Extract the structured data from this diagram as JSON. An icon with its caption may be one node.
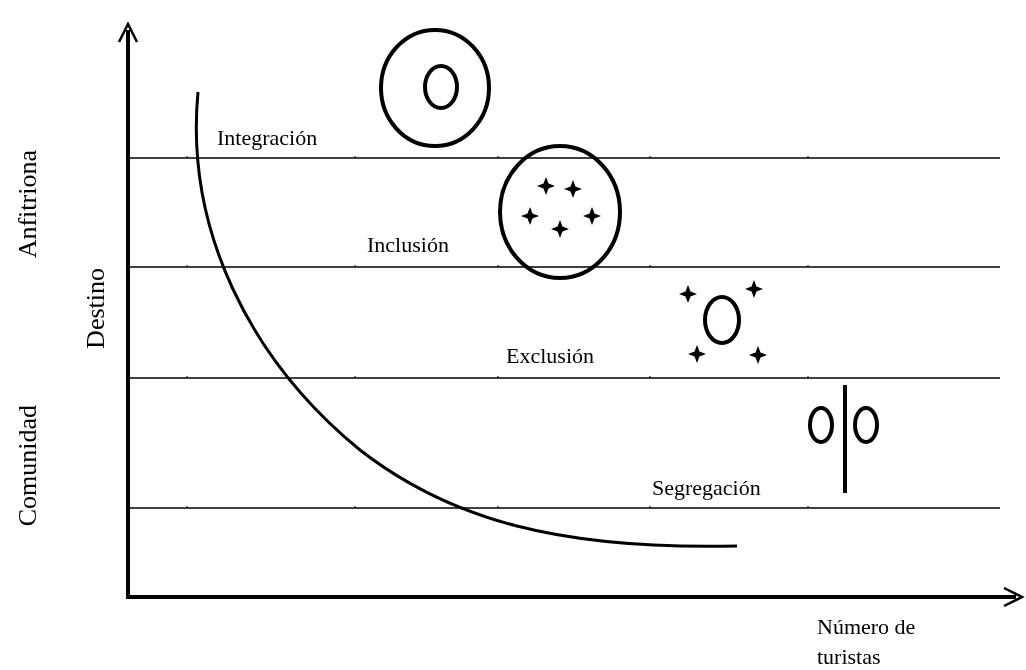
{
  "diagram": {
    "labels": [
      "Integración",
      "Anfitriona",
      "Inclusión",
      "Destino",
      "Exclusión",
      "Comunidad",
      "Segregación",
      "Número de turistas"
    ]
  }
}
